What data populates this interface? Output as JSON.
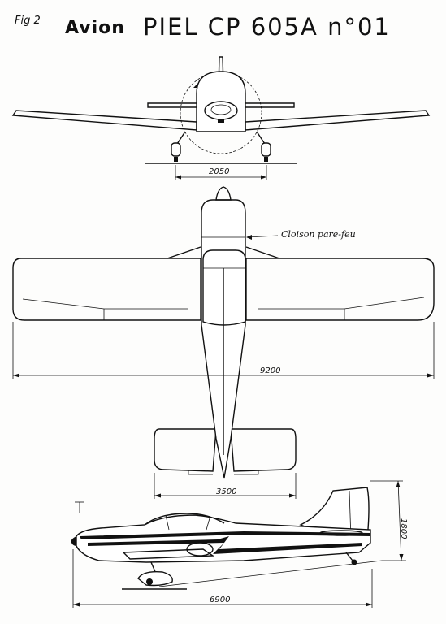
{
  "header": {
    "fig_label": "Fig 2",
    "kind": "Avion",
    "model": "PIEL CP 605A n°01"
  },
  "annotations": {
    "firewall": "Cloison pare-feu"
  },
  "dimensions": {
    "main_gear_track": "2050",
    "wingspan": "9200",
    "tailplane_span": "3500",
    "height": "1800",
    "length": "6900"
  },
  "colors": {
    "ink": "#111111",
    "paper": "#fdfdfc"
  }
}
